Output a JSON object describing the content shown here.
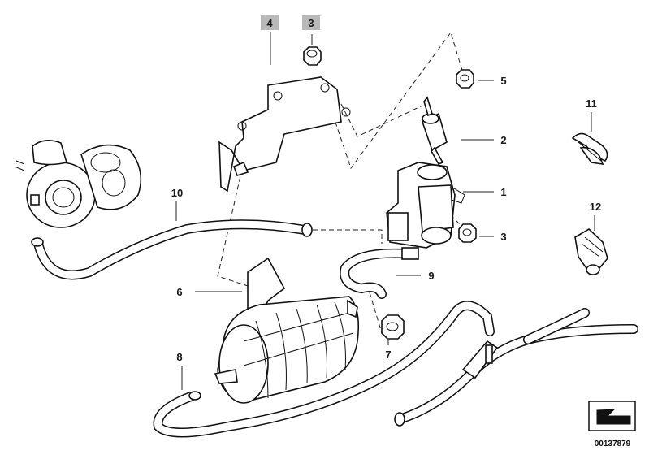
{
  "callouts": [
    {
      "id": "1",
      "text": "1"
    },
    {
      "id": "2",
      "text": "2"
    },
    {
      "id": "3a",
      "text": "3"
    },
    {
      "id": "3b",
      "text": "3"
    },
    {
      "id": "4",
      "text": "4"
    },
    {
      "id": "5",
      "text": "5"
    },
    {
      "id": "6",
      "text": "6"
    },
    {
      "id": "7",
      "text": "7"
    },
    {
      "id": "8",
      "text": "8"
    },
    {
      "id": "9",
      "text": "9"
    },
    {
      "id": "10",
      "text": "10"
    },
    {
      "id": "11",
      "text": "11"
    },
    {
      "id": "12",
      "text": "12"
    }
  ],
  "highlighted_callouts": [
    "3",
    "4"
  ],
  "highlight_color": "#b9b9b9",
  "document_id": "00137879",
  "icons": {
    "navigation": "arrow-icon"
  }
}
